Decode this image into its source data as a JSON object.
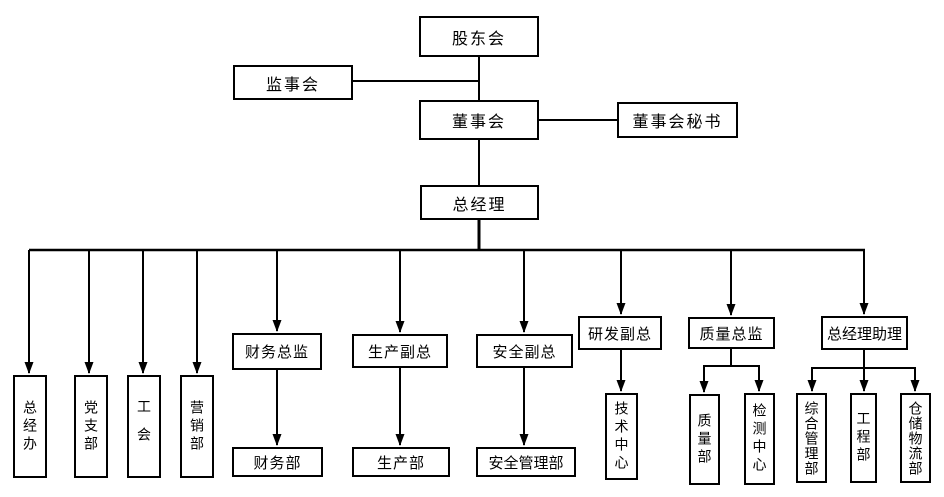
{
  "diagram": {
    "type": "org-chart",
    "colors": {
      "line": "#000000",
      "box_border": "#000000",
      "box_bg": "#ffffff",
      "page_bg": "#ffffff"
    },
    "nodes": {
      "shareholders_meeting": "股东会",
      "supervisory_board": "监事会",
      "board_of_directors": "董事会",
      "board_secretary": "董事会秘书",
      "general_manager": "总经理",
      "gm_office": "总经办",
      "party_branch": "党支部",
      "labor_union": "工会",
      "marketing_dept": "营销部",
      "finance_director": "财务总监",
      "production_vp": "生产副总",
      "safety_vp": "安全副总",
      "rd_vp": "研发副总",
      "quality_director": "质量总监",
      "gm_assistant": "总经理助理",
      "finance_dept": "财务部",
      "production_dept": "生产部",
      "safety_mgmt_dept": "安全管理部",
      "tech_center": "技术中心",
      "quality_dept": "质量部",
      "testing_center": "检测中心",
      "general_mgmt_dept": "综合管理部",
      "engineering_dept": "工程部",
      "warehouse_logistics_dept": "仓储物流部"
    }
  }
}
